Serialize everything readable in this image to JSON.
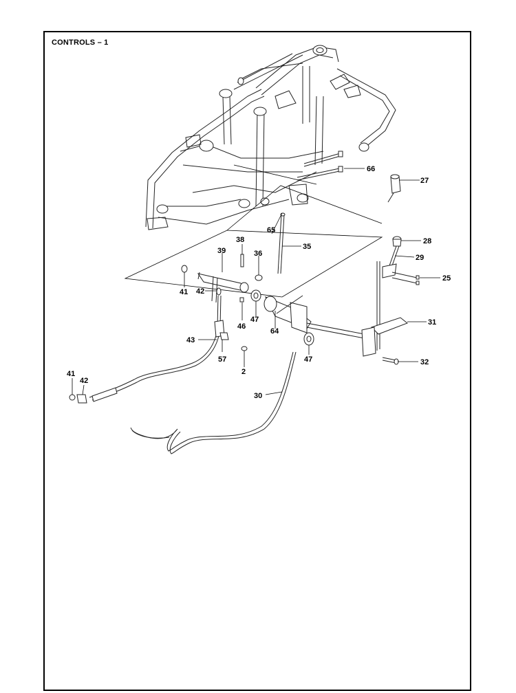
{
  "page": {
    "title": "CONTROLS – 1"
  },
  "callouts": [
    {
      "id": "66",
      "text": "66"
    },
    {
      "id": "27",
      "text": "27"
    },
    {
      "id": "65",
      "text": "65"
    },
    {
      "id": "35",
      "text": "35"
    },
    {
      "id": "38",
      "text": "38"
    },
    {
      "id": "36",
      "text": "36"
    },
    {
      "id": "39",
      "text": "39"
    },
    {
      "id": "28",
      "text": "28"
    },
    {
      "id": "29",
      "text": "29"
    },
    {
      "id": "25",
      "text": "25"
    },
    {
      "id": "41a",
      "text": "41"
    },
    {
      "id": "42a",
      "text": "42"
    },
    {
      "id": "46",
      "text": "46"
    },
    {
      "id": "47a",
      "text": "47"
    },
    {
      "id": "64",
      "text": "64"
    },
    {
      "id": "31",
      "text": "31"
    },
    {
      "id": "43",
      "text": "43"
    },
    {
      "id": "57",
      "text": "57"
    },
    {
      "id": "47b",
      "text": "47"
    },
    {
      "id": "2",
      "text": "2"
    },
    {
      "id": "32",
      "text": "32"
    },
    {
      "id": "41b",
      "text": "41"
    },
    {
      "id": "42b",
      "text": "42"
    },
    {
      "id": "30",
      "text": "30"
    }
  ]
}
